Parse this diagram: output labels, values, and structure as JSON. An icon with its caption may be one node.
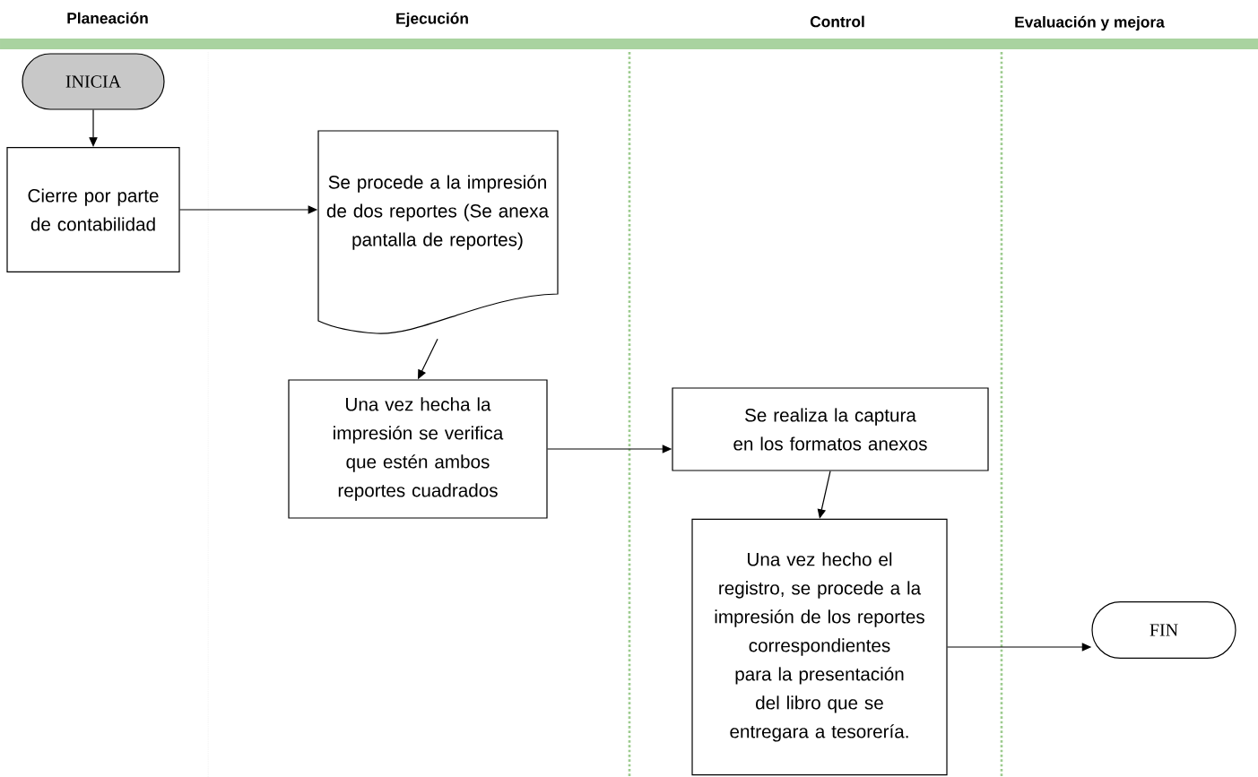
{
  "diagram": {
    "nodes": [
      {
        "text": [
          "INICIA"
        ]
      },
      {
        "text": [
          "Cierre por parte de contabilidad"
        ]
      },
      {
        "text": [
          "Se procede a la impresión de dos reportes (Se anexa pantalla de reportes)"
        ]
      },
      {
        "text": [
          "Una vez hecha la impresión se verifica que estén ambos reportes cuadrados"
        ]
      },
      {
        "text": [
          "Se realiza la captura en los formatos anexos"
        ]
      },
      {
        "text": [
          "Una vez hecho el registro, se procede a la impresión de los reportes correspondientes para la presentación del libro que se entregara a tesorería."
        ]
      },
      {
        "text": [
          "FIN"
        ]
      }
    ],
    "edges": [
      {
        "from": 0,
        "to": 1,
        "arrow": "to"
      },
      {
        "from": 1,
        "to": 2,
        "arrow": "to"
      },
      {
        "from": 2,
        "to": 3,
        "arrow": "to"
      },
      {
        "from": 3,
        "to": 4,
        "arrow": "to"
      },
      {
        "from": 4,
        "to": 5,
        "arrow": "to"
      },
      {
        "from": 5,
        "to": 6,
        "arrow": "to"
      }
    ],
    "labels": [
      "Planeación",
      "Ejecución",
      "Control",
      "Evaluación y mejora"
    ]
  }
}
